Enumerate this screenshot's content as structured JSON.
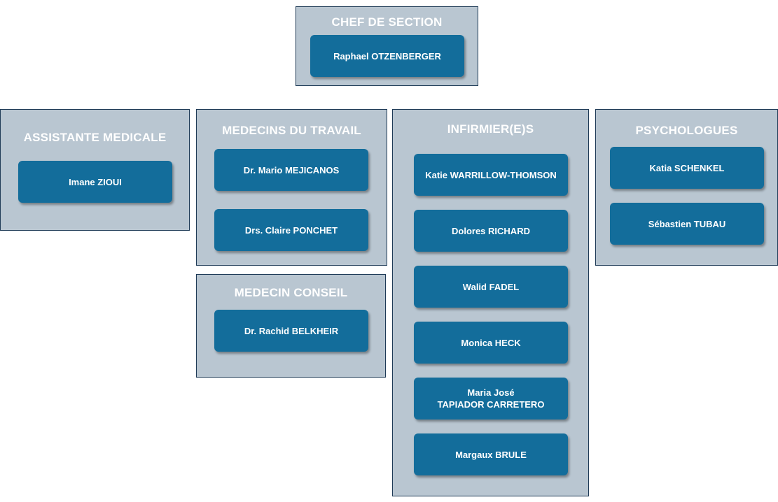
{
  "colors": {
    "group_background": "#b9c6d1",
    "group_border": "#1e3a56",
    "card_background": "#136d9b",
    "text": "#ffffff"
  },
  "groups": {
    "chef": {
      "title": "CHEF DE SECTION",
      "members": [
        "Raphael OTZENBERGER"
      ]
    },
    "assistante": {
      "title": "ASSISTANTE MEDICALE",
      "members": [
        "Imane ZIOUI"
      ]
    },
    "medecins_travail": {
      "title": "MEDECINS DU TRAVAIL",
      "members": [
        "Dr. Mario MEJICANOS",
        "Drs. Claire PONCHET"
      ]
    },
    "medecin_conseil": {
      "title": "MEDECIN CONSEIL",
      "members": [
        "Dr. Rachid BELKHEIR"
      ]
    },
    "infirmiers": {
      "title": "INFIRMIER(E)S",
      "members": [
        "Katie WARRILLOW-THOMSON",
        "Dolores RICHARD",
        "Walid FADEL",
        "Monica HECK",
        "Maria José\nTAPIADOR CARRETERO",
        "Margaux BRULE"
      ]
    },
    "psychologues": {
      "title": "PSYCHOLOGUES",
      "members": [
        "Katia SCHENKEL",
        "Sébastien TUBAU"
      ]
    }
  }
}
